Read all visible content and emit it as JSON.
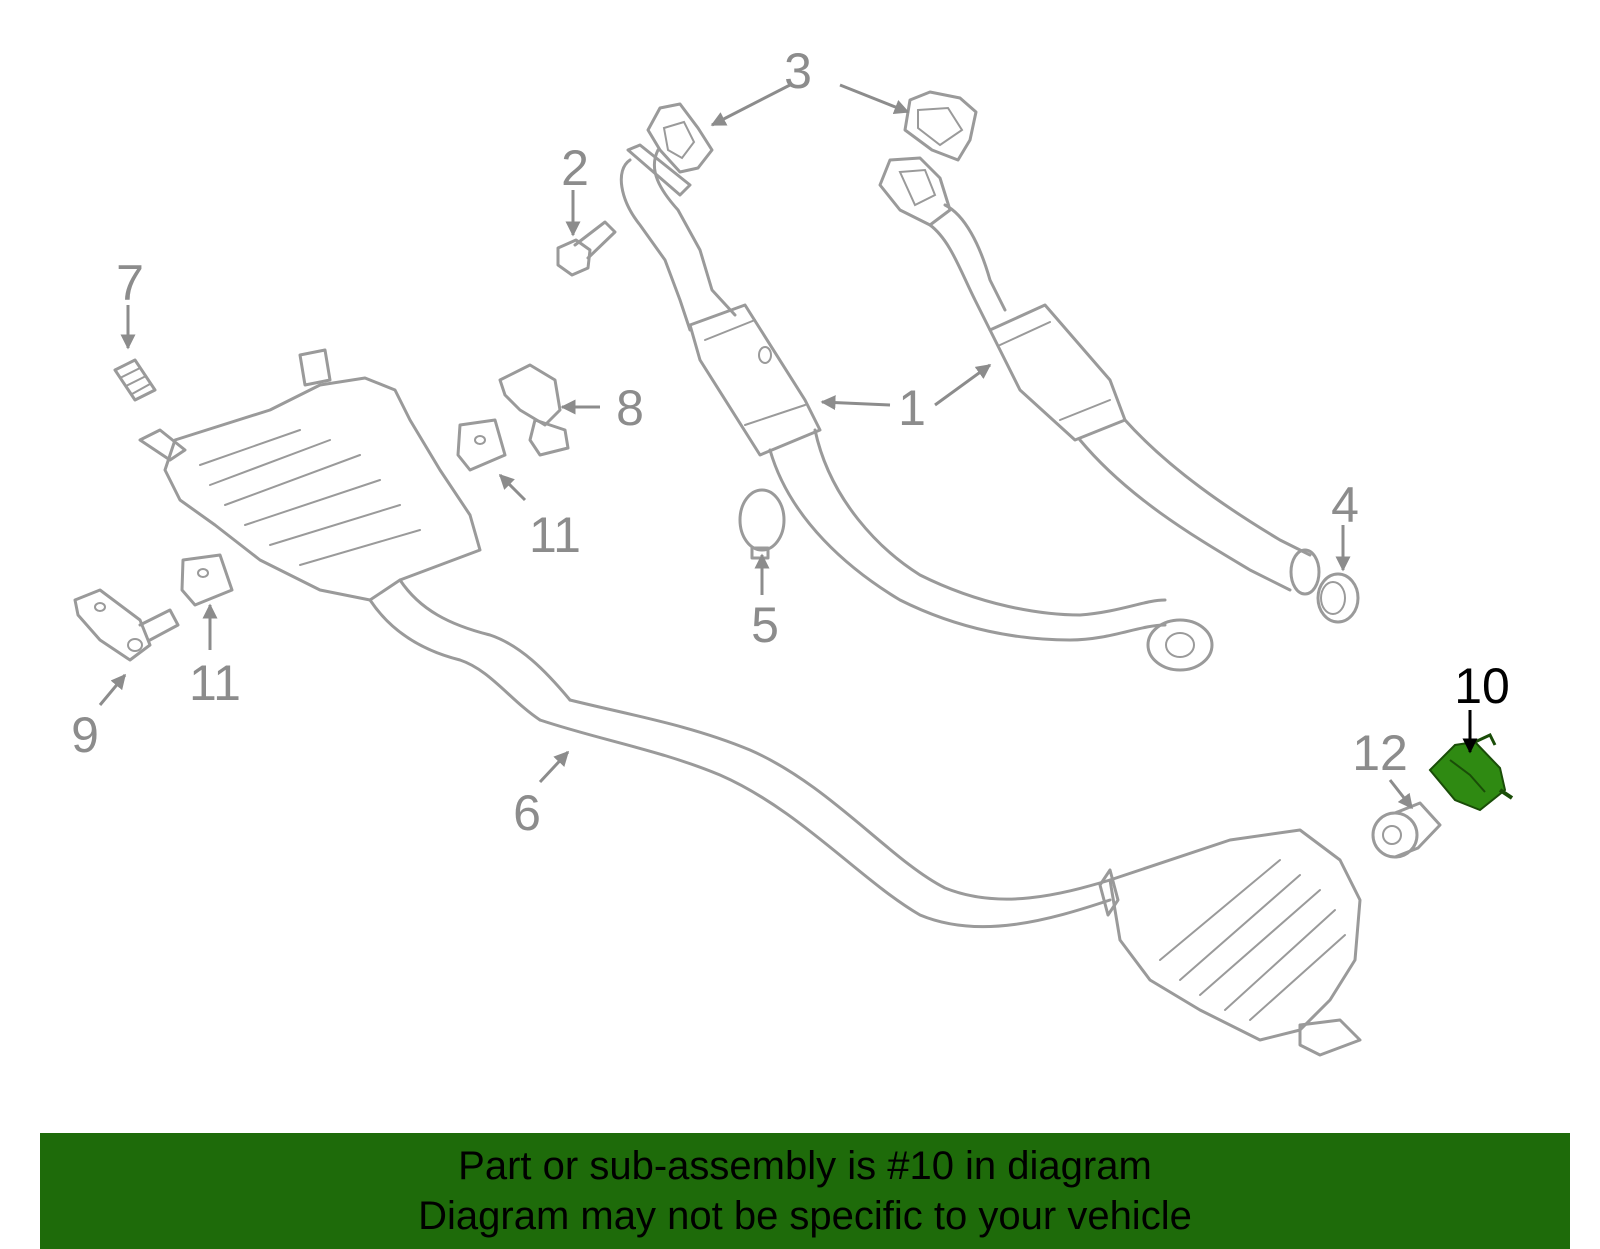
{
  "callouts": {
    "c1": "1",
    "c2": "2",
    "c3": "3",
    "c4": "4",
    "c5": "5",
    "c6": "6",
    "c7": "7",
    "c8": "8",
    "c9": "9",
    "c10": "10",
    "c11a": "11",
    "c11b": "11",
    "c12": "12"
  },
  "highlighted_part": "10",
  "colors": {
    "line_art": "#9a9a9a",
    "highlight": "#2f8a12",
    "banner": "#1e6b0a",
    "banner_text": "#000000"
  },
  "banner": {
    "line1": "Part or sub-assembly is #10 in diagram",
    "line2": "Diagram may not be specific to your vehicle"
  }
}
